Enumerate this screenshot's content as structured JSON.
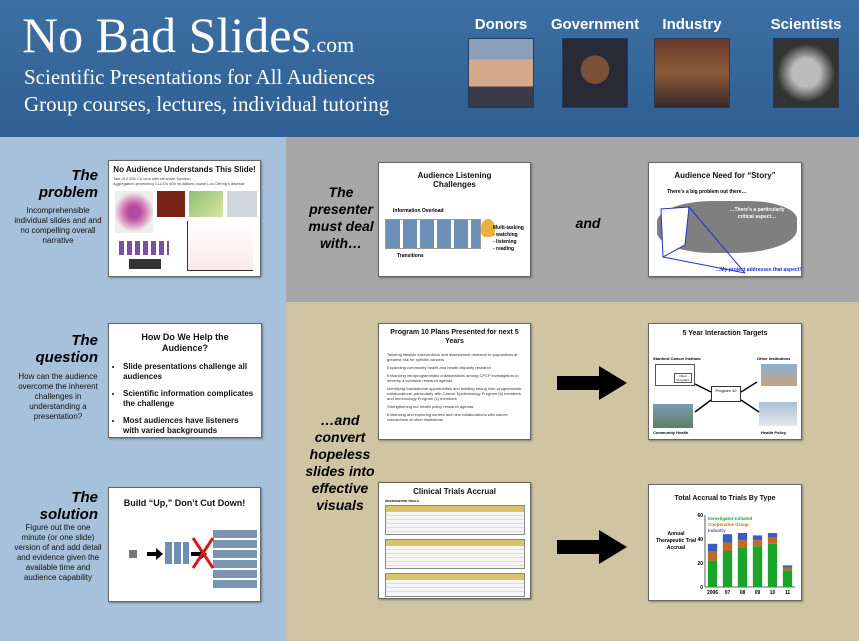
{
  "header": {
    "brand_main": "No Bad Slides",
    "brand_suffix": ".com",
    "tagline1": "Scientific Presentations for All Audiences",
    "tagline2": "Group courses, lectures, individual tutoring",
    "audiences": [
      "Donors",
      "Government",
      "Industry",
      "Scientists"
    ]
  },
  "problem": {
    "label": "The problem",
    "desc": "Incomprehensible individual slides and and no compelling overall narrative",
    "slide_title": "No Audience Understands This Slide!",
    "slide_sub": "Tale of 2 500 Cu ions with structure function",
    "slide_sub2": "Aggregation-promoting CLL/Ds 600 mutations cause Lou Gehrig's disease"
  },
  "presenter": {
    "label": "The presenter must deal with…",
    "and_label": "and",
    "listen_title": "Audience Listening Challenges",
    "overload": "Information Overload",
    "multitask": "Multi-tasking",
    "watching": "- watching",
    "listening": "- listening",
    "reading": "- reading",
    "transitions": "Transitions",
    "story_title": "Audience Need for “Story”",
    "story_line": "There’s a big problem out there…",
    "critical": "…There’s a particularly critical aspect…",
    "project": "…My project addresses that aspect!"
  },
  "question": {
    "label": "The question",
    "desc": "How can the audience overcome the inherent challenges in understanding a presentation?",
    "slide_title": "How Do We Help the Audience?",
    "bullets": [
      "Slide presentations challenge all audiences",
      "Scientific information complicates the challenge",
      "Most audiences have listeners with varied backgrounds"
    ]
  },
  "convert": {
    "label": "…and convert hopeless slides into effective visuals",
    "plans_title": "Program 10 Plans Presented for next 5 Years",
    "plans_bullets": [
      "Tailoring lifestyle interventions and assessment research to populations at greatest risk for specific cancers",
      "Expanding community health and health disparity research",
      "Enhancing intraprogrammatic collaborations among CPCP investigators to develop a cohesive research agenda",
      "Identifying translational opportunities and building strong inter-programmatic collaborations, particularly with Cancer Epidemiology Program (8) members and Immunology Program (1) members",
      "Strengthening our health policy research agenda",
      "Enhancing and exploring current and new collaborations with cancer researchers at other institutions"
    ],
    "targets_title": "5 Year Interaction Targets",
    "t_stanford": "Stanford Cancer Institute",
    "t_other_inst": "Other Institutions",
    "t_other_prog": "Other Programs",
    "t_program": "Program 10",
    "t_community": "Community Health",
    "t_policy": "Health Policy",
    "trials_title": "Clinical Trials Accrual",
    "trials_sub": "INTERVENTION TRIALS",
    "accrual_title": "Total Accrual to Trials By Type",
    "chart_ylabel": "Annual Therapeutic Trial Accrual"
  },
  "solution": {
    "label": "The solution",
    "desc": "Figure out the one minute (or one slide) version of and add detail and evidence given the available time and audience capability",
    "slide_title": "Build “Up,” Don’t Cut Down!"
  },
  "chart_data": {
    "type": "bar",
    "categories": [
      "2006",
      "07",
      "08",
      "09",
      "10",
      "11"
    ],
    "series": [
      {
        "name": "Investigator-initiated",
        "values": [
          22,
          30,
          33,
          34,
          36,
          14
        ]
      },
      {
        "name": "Cooperative Group",
        "values": [
          8,
          7,
          6,
          5,
          5,
          2
        ]
      },
      {
        "name": "Industry",
        "values": [
          6,
          7,
          6,
          4,
          4,
          2
        ]
      }
    ],
    "ylim": [
      0,
      60
    ],
    "yticks": [
      0,
      20,
      40,
      60
    ],
    "ylabel": "Annual Therapeutic Trial Accrual",
    "colors": [
      "#1aa52a",
      "#c2691f",
      "#3b5bc7"
    ]
  }
}
